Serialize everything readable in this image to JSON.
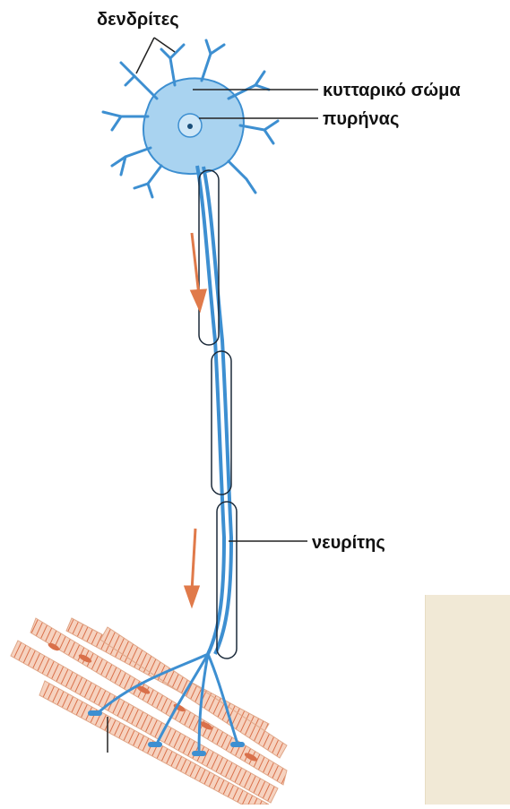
{
  "labels": {
    "dendrites": "δενδρίτες",
    "cell_body": "κυτταρικό σώμα",
    "nucleus": "πυρήνας",
    "axon": "νευρίτης"
  },
  "colors": {
    "neuron": "#3d8fd1",
    "neuron_fill": "#a9d3f0",
    "membrane_outline": "#1b2a3a",
    "arrow": "#e07a4a",
    "muscle": "#d9704a",
    "muscle_light": "#f2b89c",
    "paper": "#f1e9d6"
  },
  "icons": {
    "signal_direction": "arrow-down-icon"
  }
}
